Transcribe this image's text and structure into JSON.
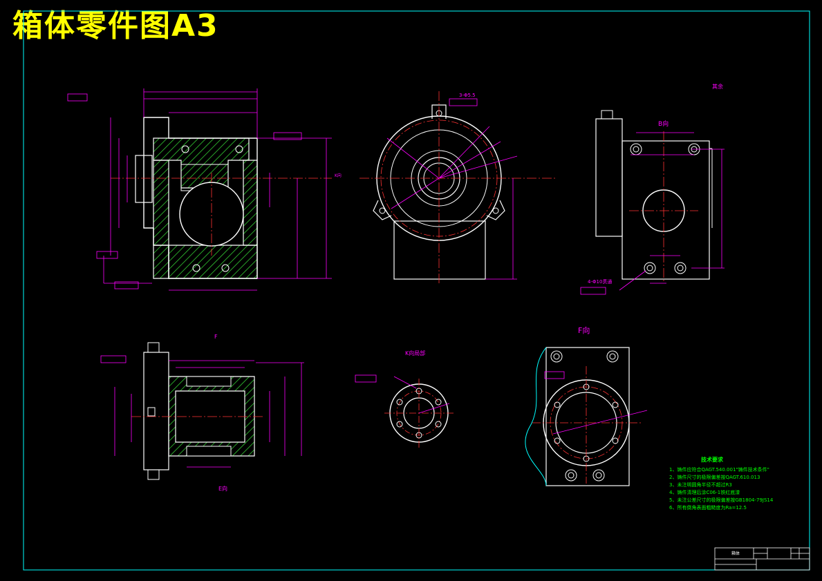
{
  "title": "箱体零件图A3",
  "labels": {
    "b_view": "B向",
    "f_view": "F向",
    "k_view": "K向局部",
    "f_mark": "F",
    "e_view": "E向",
    "k_mark": "K向",
    "remaining": "其余",
    "holes_3": "3-Φ5.5",
    "holes_4": "4-Φ10贯通"
  },
  "notes": {
    "heading": "技术要求",
    "items": [
      "1、铸件应符合QAGT.540.001\"铸件技术条件\"",
      "2、铸件尺寸的极限偏差按QAGT.610.013",
      "3、未注明圆角半径不超过R3",
      "4、铸件清理后涂C06-1铁红底漆",
      "5、未注公差尺寸的极限偏差按GB1804-79JS14",
      "6、所有倒角表面粗糙度为Ra=12.5"
    ]
  },
  "title_block": {
    "name": "箱体"
  },
  "colors": {
    "outline": "#ffffff",
    "dimension": "#ff00ff",
    "center": "#ff3333",
    "hatch": "#33cc33",
    "notes": "#00ff00",
    "frame": "#00ffff",
    "title": "#ffff00"
  }
}
